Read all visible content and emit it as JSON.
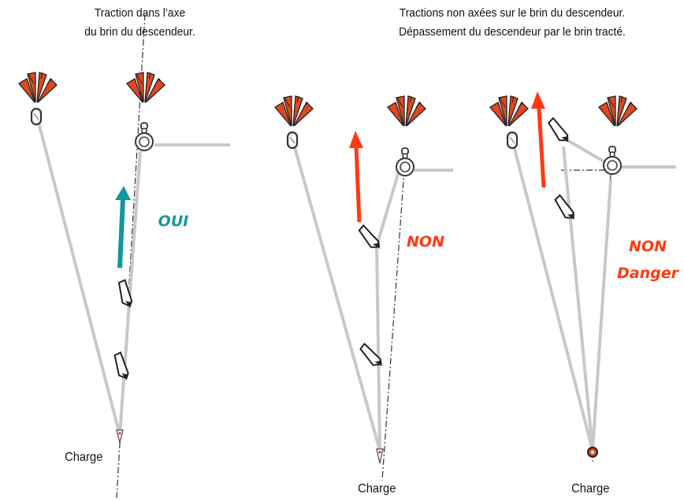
{
  "captions": {
    "left_line1": "Traction dans l’axe",
    "left_line2": "du brin du descendeur.",
    "right_line1": "Tractions non axées sur le brin du descendeur.",
    "right_line2": "Dépassement du descendeur par le brin tracté."
  },
  "panels": [
    {
      "load_label": "Charge",
      "verdict": [
        "OUI"
      ],
      "verdict_color": "#13979a"
    },
    {
      "load_label": "Charge",
      "verdict": [
        "NON"
      ],
      "verdict_color": "#ff3a10"
    },
    {
      "load_label": "Charge",
      "verdict": [
        "NON",
        "Danger"
      ],
      "verdict_color": "#ff3a10"
    }
  ],
  "colors": {
    "rope": "#c8c8c8",
    "anchor_red": "#e2471f",
    "arrow_ok": "#13979a",
    "arrow_bad": "#ff3a10"
  },
  "icons": [
    "anchor-fan-icon",
    "carabiner-icon",
    "descender-ring-icon",
    "rope-grab-icon",
    "pulley-icon"
  ]
}
